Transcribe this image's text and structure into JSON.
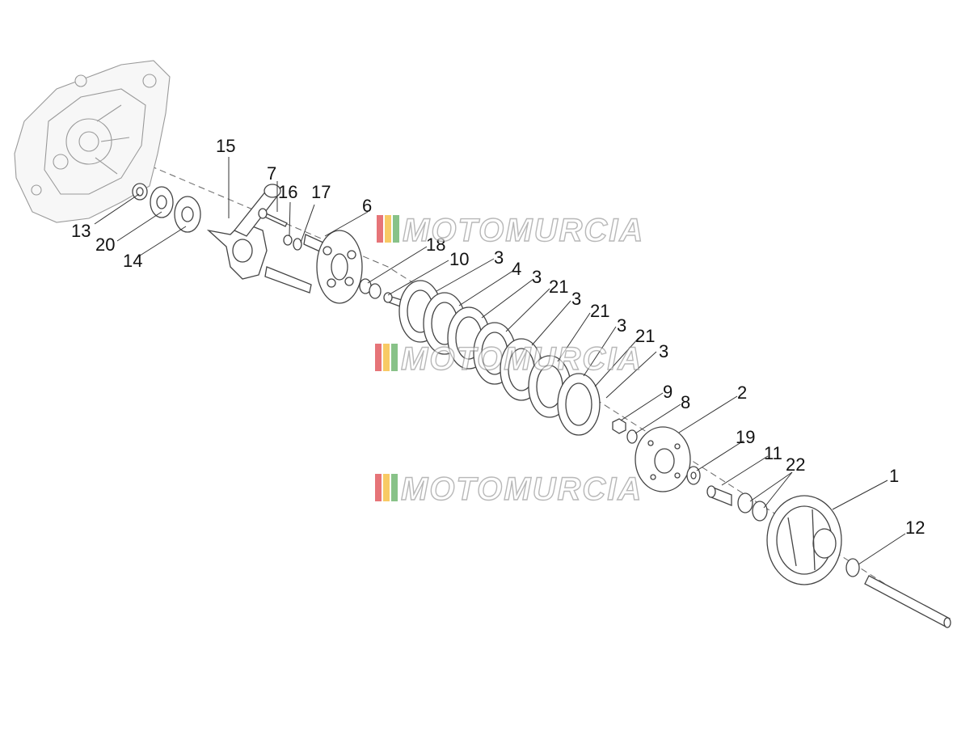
{
  "diagram": {
    "labels": [
      {
        "id": "15",
        "text": "15"
      },
      {
        "id": "7",
        "text": "7"
      },
      {
        "id": "16",
        "text": "16"
      },
      {
        "id": "17",
        "text": "17"
      },
      {
        "id": "6",
        "text": "6"
      },
      {
        "id": "13",
        "text": "13"
      },
      {
        "id": "20",
        "text": "20"
      },
      {
        "id": "14",
        "text": "14"
      },
      {
        "id": "18",
        "text": "18"
      },
      {
        "id": "10",
        "text": "10"
      },
      {
        "id": "3a",
        "text": "3"
      },
      {
        "id": "4",
        "text": "4"
      },
      {
        "id": "3b",
        "text": "3"
      },
      {
        "id": "21a",
        "text": "21"
      },
      {
        "id": "3c",
        "text": "3"
      },
      {
        "id": "21b",
        "text": "21"
      },
      {
        "id": "3d",
        "text": "3"
      },
      {
        "id": "21c",
        "text": "21"
      },
      {
        "id": "3e",
        "text": "3"
      },
      {
        "id": "9",
        "text": "9"
      },
      {
        "id": "8",
        "text": "8"
      },
      {
        "id": "2",
        "text": "2"
      },
      {
        "id": "19",
        "text": "19"
      },
      {
        "id": "11",
        "text": "11"
      },
      {
        "id": "22",
        "text": "22"
      },
      {
        "id": "1",
        "text": "1"
      },
      {
        "id": "12",
        "text": "12"
      }
    ],
    "watermark": "MOTOMURCIA",
    "watermark_colors": [
      "#d71920",
      "#f5a800",
      "#3a9a3a"
    ]
  }
}
